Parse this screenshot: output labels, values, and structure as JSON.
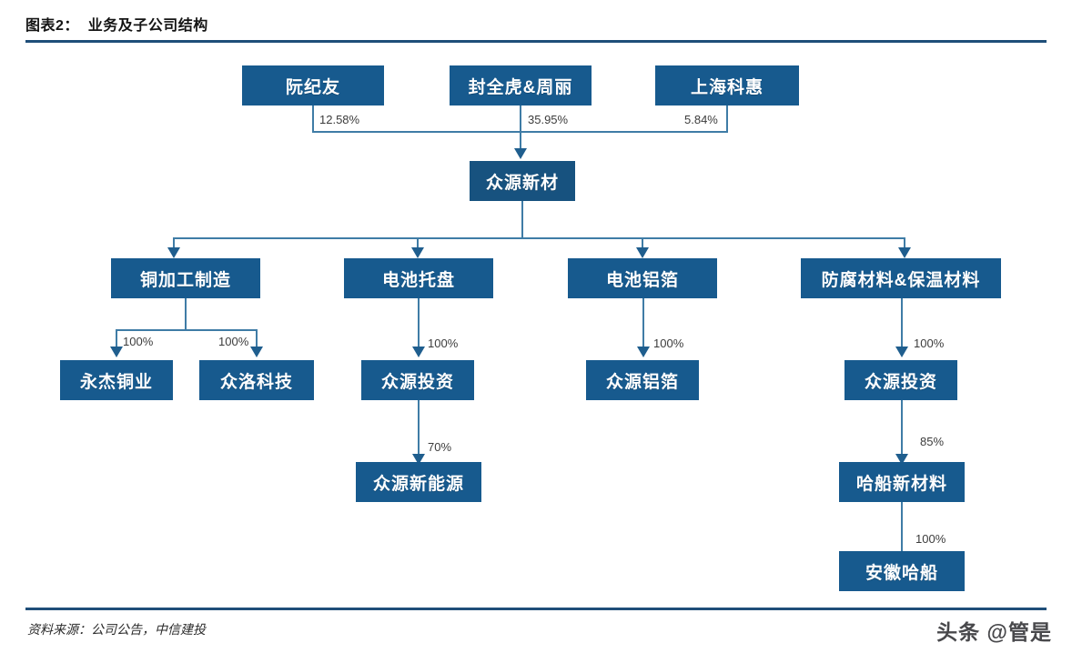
{
  "header": {
    "title": "图表2：  业务及子公司结构"
  },
  "footer": {
    "source": "资料来源：公司公告，中信建投",
    "watermark": "头条 @管是"
  },
  "chart_data": {
    "type": "diagram",
    "title": "业务及子公司结构",
    "nodes": {
      "shareholder_1": "阮纪友",
      "shareholder_2": "封全虎&周丽",
      "shareholder_3": "上海科惠",
      "parent": "众源新材",
      "segment_1": "铜加工制造",
      "segment_2": "电池托盘",
      "segment_3": "电池铝箔",
      "segment_4": "防腐材料&保温材料",
      "sub_1": "永杰铜业",
      "sub_2": "众洛科技",
      "sub_3": "众源投资",
      "sub_4": "众源铝箔",
      "sub_5": "众源投资",
      "sub_6": "众源新能源",
      "sub_7": "哈船新材料",
      "sub_8": "安徽哈船"
    },
    "edges": {
      "shareholder_1_pct": "12.58%",
      "shareholder_2_pct": "35.95%",
      "shareholder_3_pct": "5.84%",
      "sub_1_pct": "100%",
      "sub_2_pct": "100%",
      "sub_3_pct": "100%",
      "sub_4_pct": "100%",
      "sub_5_pct": "100%",
      "sub_6_pct": "70%",
      "sub_7_pct": "85%",
      "sub_8_pct": "100%"
    },
    "colors": {
      "node_fill": "#175a8e",
      "rule": "#1f4e79",
      "connector": "#3f7ca6",
      "arrow": "#1f5e8e"
    }
  }
}
